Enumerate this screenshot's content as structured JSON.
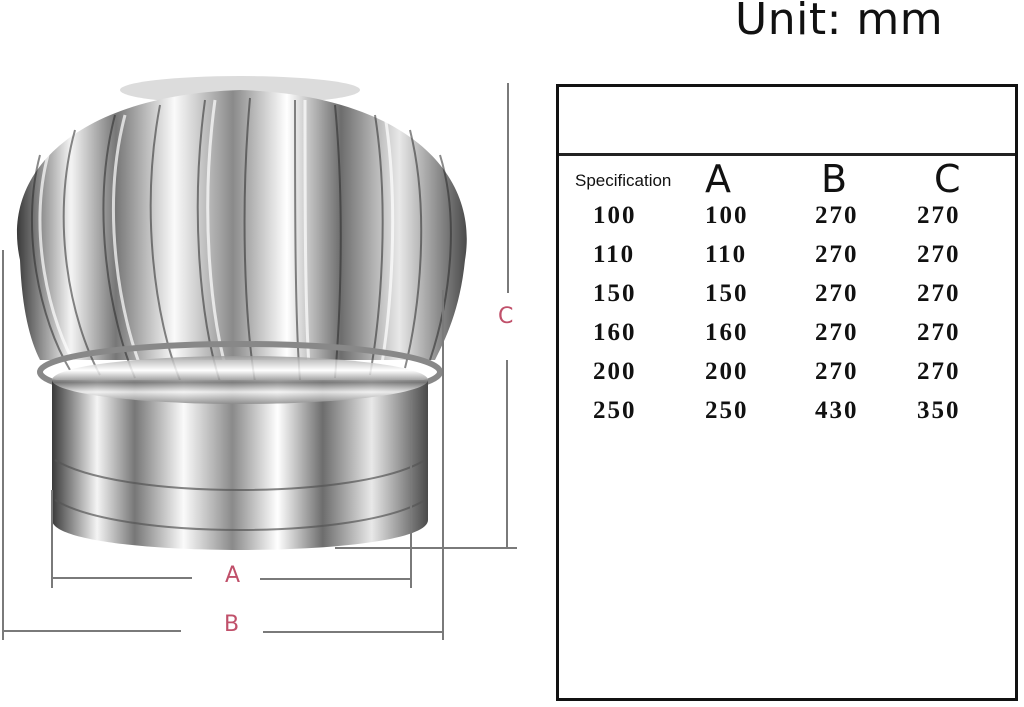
{
  "unit_label": "Unit: mm",
  "diagram": {
    "subject": "turbine-roof-ventilator",
    "dimension_labels": {
      "a": "A",
      "b": "B",
      "c": "C"
    },
    "label_color": "#c0506a",
    "line_color": "#7a7a7a"
  },
  "table": {
    "headers": {
      "spec": "Specification",
      "a": "A",
      "b": "B",
      "c": "C"
    },
    "rows": [
      {
        "spec": "100",
        "a": "100",
        "b": "270",
        "c": "270"
      },
      {
        "spec": "110",
        "a": "110",
        "b": "270",
        "c": "270"
      },
      {
        "spec": "150",
        "a": "150",
        "b": "270",
        "c": "270"
      },
      {
        "spec": "160",
        "a": "160",
        "b": "270",
        "c": "270"
      },
      {
        "spec": "200",
        "a": "200",
        "b": "270",
        "c": "270"
      },
      {
        "spec": "250",
        "a": "250",
        "b": "430",
        "c": "350"
      }
    ]
  }
}
